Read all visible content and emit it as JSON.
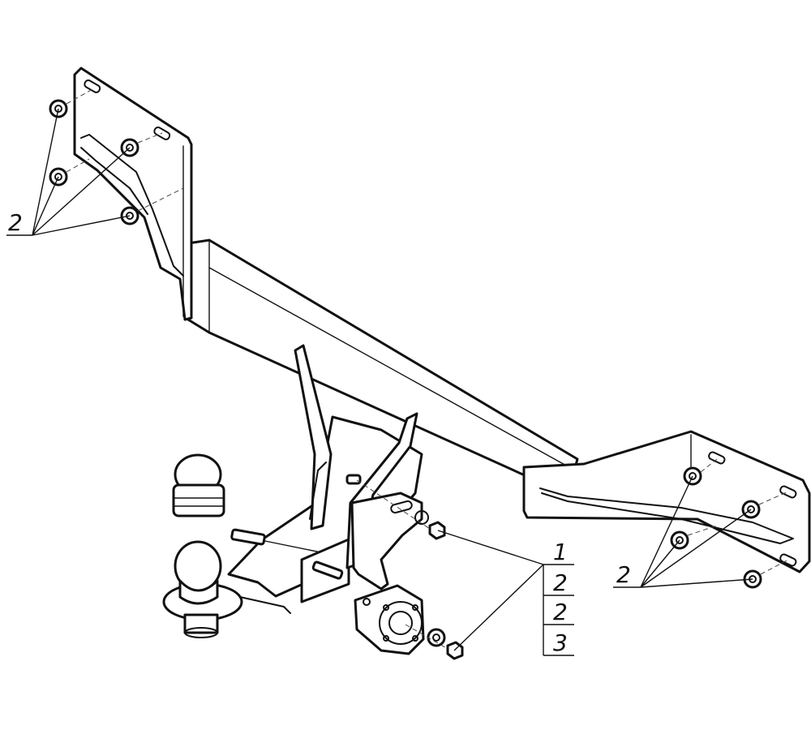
{
  "callouts": {
    "left_group": "2",
    "right_group": "2",
    "stack": [
      "1",
      "2",
      "2",
      "3"
    ]
  },
  "colors": {
    "line": "#111111",
    "background": "#ffffff"
  }
}
